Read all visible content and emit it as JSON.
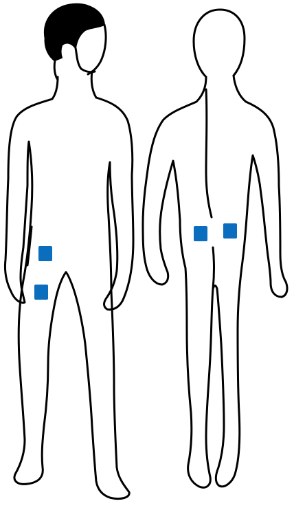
{
  "colors": {
    "background": "#ffffff",
    "outline": "#000000",
    "marker": "#0a6dbd"
  },
  "figures": [
    {
      "view": "front",
      "markers": [
        "upper-thigh-marker",
        "lower-thigh-marker"
      ]
    },
    {
      "view": "back",
      "markers": [
        "left-lower-back-marker",
        "right-lower-back-marker"
      ]
    }
  ]
}
